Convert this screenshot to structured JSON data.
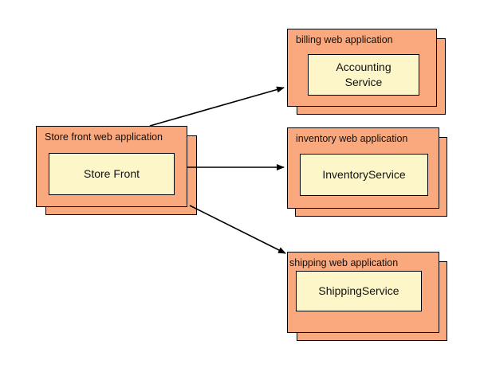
{
  "colors": {
    "app_fill": "#f9a97d",
    "service_fill": "#fdf6c9",
    "line": "#000000"
  },
  "nodes": {
    "store": {
      "app_label": "Store front web application",
      "service_label": "Store Front"
    },
    "billing": {
      "app_label": "billing web application",
      "service_label": "Accounting\nService"
    },
    "inventory": {
      "app_label": "inventory web application",
      "service_label": "InventoryService"
    },
    "shipping": {
      "app_label": "shipping web application",
      "service_label": "ShippingService"
    }
  },
  "edges": [
    {
      "from": "store",
      "to": "billing"
    },
    {
      "from": "store",
      "to": "inventory"
    },
    {
      "from": "store",
      "to": "shipping"
    }
  ]
}
